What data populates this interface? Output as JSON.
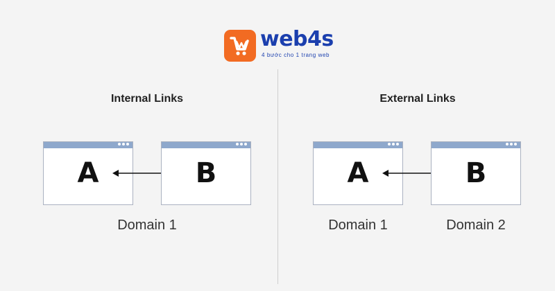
{
  "logo": {
    "name": "web4s",
    "tagline": "4 bước cho 1 trang web",
    "color_orange": "#f26b22",
    "color_blue": "#1b3fae"
  },
  "diagram": {
    "internal": {
      "title": "Internal Links",
      "page_a": "A",
      "page_b": "B",
      "domain_label": "Domain 1"
    },
    "external": {
      "title": "External Links",
      "page_a": "A",
      "page_b": "B",
      "domain_a_label": "Domain 1",
      "domain_b_label": "Domain 2"
    }
  }
}
